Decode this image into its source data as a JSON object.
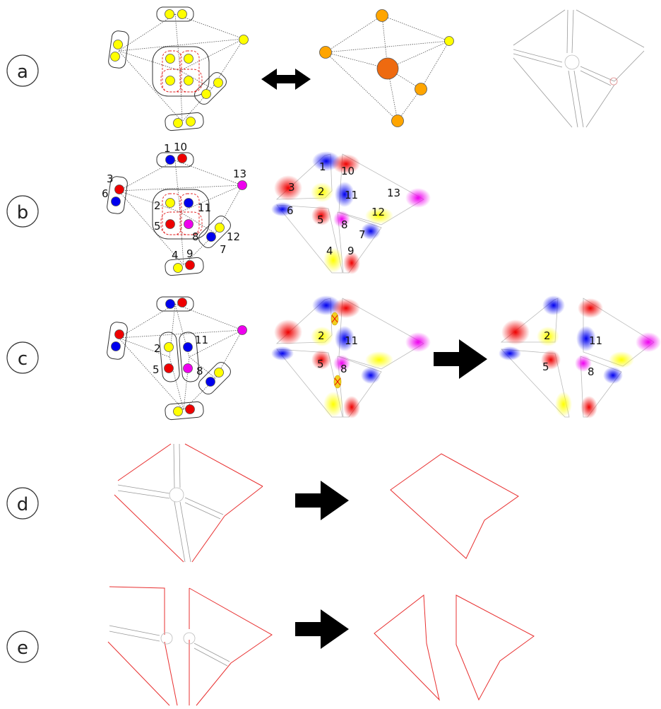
{
  "rows": [
    {
      "label": "a"
    },
    {
      "label": "b"
    },
    {
      "label": "c"
    },
    {
      "label": "d"
    },
    {
      "label": "e"
    }
  ],
  "node_numbers": {
    "one": "1",
    "two": "2",
    "three": "3",
    "four": "4",
    "five": "5",
    "six": "6",
    "seven": "7",
    "eight": "8",
    "nine": "9",
    "ten": "10",
    "eleven": "11",
    "twelve": "12",
    "thirteen": "13"
  },
  "colors": {
    "yellow": "#ffff00",
    "red": "#ee0000",
    "blue": "#0000ee",
    "magenta": "#ee00ee",
    "orange": "#ffa500",
    "dark_orange": "#ee6a10",
    "outline_red": "#e83030",
    "arrow": "#000000"
  }
}
